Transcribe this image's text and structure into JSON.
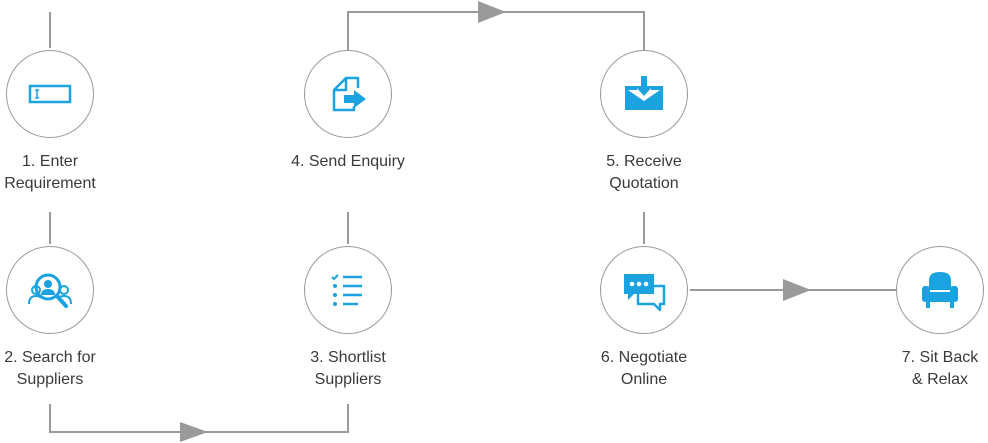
{
  "colors": {
    "connector": "#9a9a9a",
    "circle_border": "#9a9a9a",
    "icon": "#1aa3e0",
    "label": "#3a3a3a"
  },
  "steps": [
    {
      "number": "1.",
      "line1": "1. Enter",
      "line2": "Requirement",
      "icon": "input-field-icon"
    },
    {
      "number": "2.",
      "line1": "2. Search for",
      "line2": "Suppliers",
      "icon": "search-people-icon"
    },
    {
      "number": "3.",
      "line1": "3. Shortlist",
      "line2": "Suppliers",
      "icon": "checklist-icon"
    },
    {
      "number": "4.",
      "line1": "4. Send Enquiry",
      "line2": "",
      "icon": "send-document-icon"
    },
    {
      "number": "5.",
      "line1": "5. Receive",
      "line2": "Quotation",
      "icon": "inbox-download-icon"
    },
    {
      "number": "6.",
      "line1": "6. Negotiate",
      "line2": "Online",
      "icon": "chat-bubbles-icon"
    },
    {
      "number": "7.",
      "line1": "7. Sit Back",
      "line2": "& Relax",
      "icon": "armchair-icon"
    }
  ]
}
